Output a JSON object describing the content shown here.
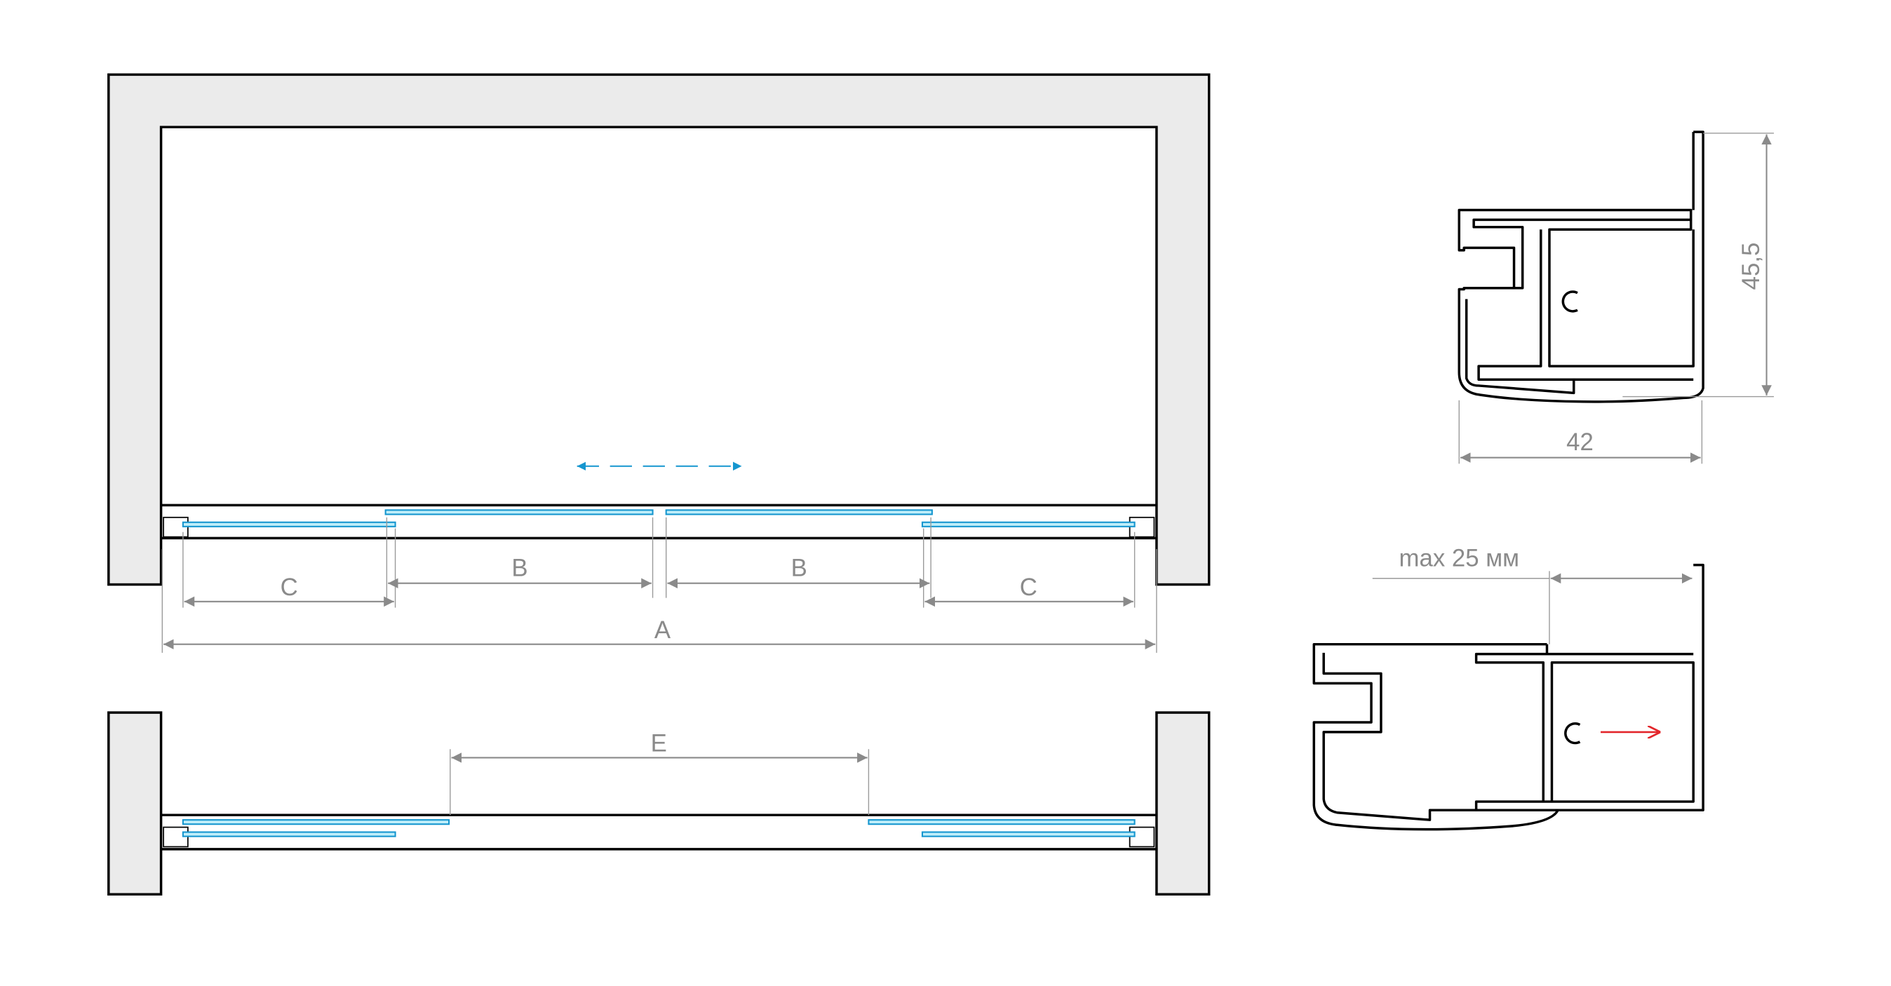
{
  "front_view": {
    "dimensions": {
      "a": "A",
      "b_left": "B",
      "b_right": "B",
      "c_left": "C",
      "c_right": "C"
    },
    "slide_arrow_color": "#1596cf"
  },
  "open_view": {
    "dimensions": {
      "e": "E"
    }
  },
  "profile_closed": {
    "height": "45,5",
    "width": "42"
  },
  "profile_extended": {
    "adjust_label": "max 25 мм",
    "adjust_arrow_color": "#e3262b"
  },
  "colors": {
    "glass_stroke": "#1596cf",
    "glass_fill": "#bfeefa",
    "wall": "#ebebeb",
    "dimension": "#8a8a8a"
  }
}
